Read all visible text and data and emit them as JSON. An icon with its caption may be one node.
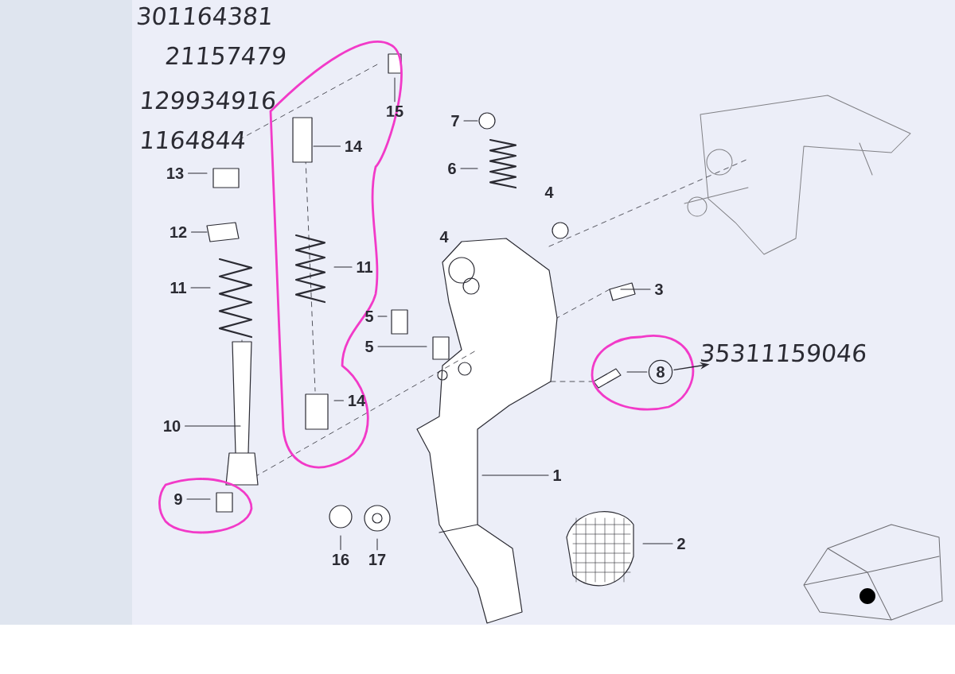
{
  "diagram": {
    "nodes": [
      {
        "text": [
          "301164381"
        ]
      },
      {
        "text": [
          "21157479"
        ]
      },
      {
        "text": [
          "129934916"
        ]
      },
      {
        "text": [
          "1164844"
        ]
      },
      {
        "text": [
          "15"
        ]
      },
      {
        "text": [
          "14"
        ]
      },
      {
        "text": [
          "7"
        ]
      },
      {
        "text": [
          "6"
        ]
      },
      {
        "text": [
          "13"
        ]
      },
      {
        "text": [
          "12"
        ]
      },
      {
        "text": [
          "11"
        ]
      },
      {
        "text": [
          "11"
        ]
      },
      {
        "text": [
          "3"
        ]
      },
      {
        "text": [
          "5"
        ]
      },
      {
        "text": [
          "5"
        ]
      },
      {
        "text": [
          "8"
        ]
      },
      {
        "text": [
          "35311159046"
        ]
      },
      {
        "text": [
          "10"
        ]
      },
      {
        "text": [
          "14"
        ]
      },
      {
        "text": [
          "1"
        ]
      },
      {
        "text": [
          "9"
        ]
      },
      {
        "text": [
          "16"
        ]
      },
      {
        "text": [
          "17"
        ]
      },
      {
        "text": [
          "2"
        ]
      }
    ],
    "edges": [
      {
        "from": 4,
        "to": null,
        "arrow": "none"
      },
      {
        "from": 5,
        "to": null,
        "arrow": "none"
      },
      {
        "from": 6,
        "to": null,
        "arrow": "none"
      },
      {
        "from": 7,
        "to": null,
        "arrow": "none"
      },
      {
        "from": 8,
        "to": null,
        "arrow": "none"
      },
      {
        "from": 9,
        "to": null,
        "arrow": "none"
      },
      {
        "from": 10,
        "to": null,
        "arrow": "none"
      },
      {
        "from": 11,
        "to": null,
        "arrow": "none"
      },
      {
        "from": 12,
        "to": null,
        "arrow": "none"
      },
      {
        "from": 13,
        "to": null,
        "arrow": "none"
      },
      {
        "from": 14,
        "to": null,
        "arrow": "none"
      },
      {
        "from": 15,
        "to": null,
        "arrow": "none"
      },
      {
        "from": 17,
        "to": null,
        "arrow": "none"
      },
      {
        "from": 18,
        "to": null,
        "arrow": "none"
      },
      {
        "from": 19,
        "to": null,
        "arrow": "none"
      },
      {
        "from": 20,
        "to": null,
        "arrow": "none"
      },
      {
        "from": 21,
        "to": null,
        "arrow": "none"
      },
      {
        "from": 22,
        "to": null,
        "arrow": "none"
      },
      {
        "from": 23,
        "to": null,
        "arrow": "none"
      },
      {
        "from": 15,
        "to": 16,
        "arrow": "to"
      }
    ],
    "labels": [
      "4",
      "4"
    ]
  }
}
